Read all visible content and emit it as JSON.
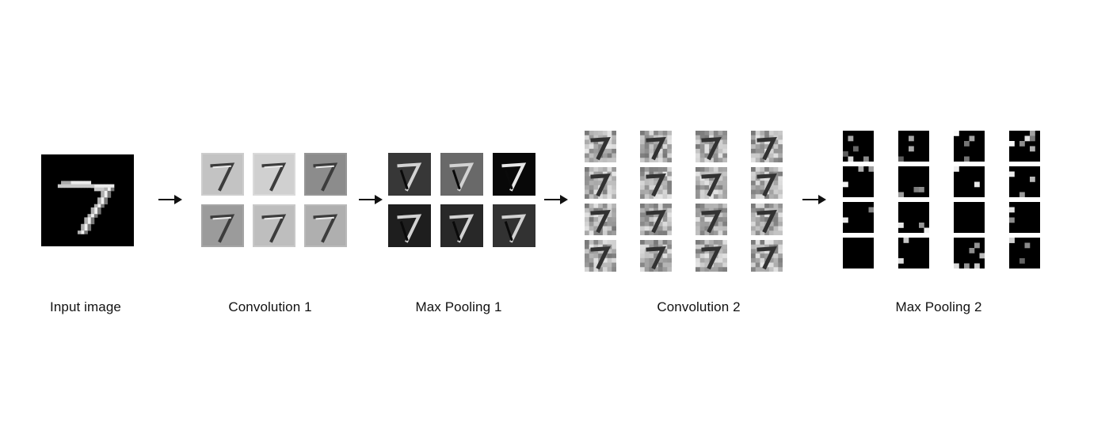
{
  "stages": [
    {
      "id": "input-image",
      "label": "Input image"
    },
    {
      "id": "convolution-1",
      "label": "Convolution 1"
    },
    {
      "id": "max-pooling-1",
      "label": "Max Pooling 1"
    },
    {
      "id": "convolution-2",
      "label": "Convolution 2"
    },
    {
      "id": "max-pooling-2",
      "label": "Max Pooling 2"
    }
  ]
}
